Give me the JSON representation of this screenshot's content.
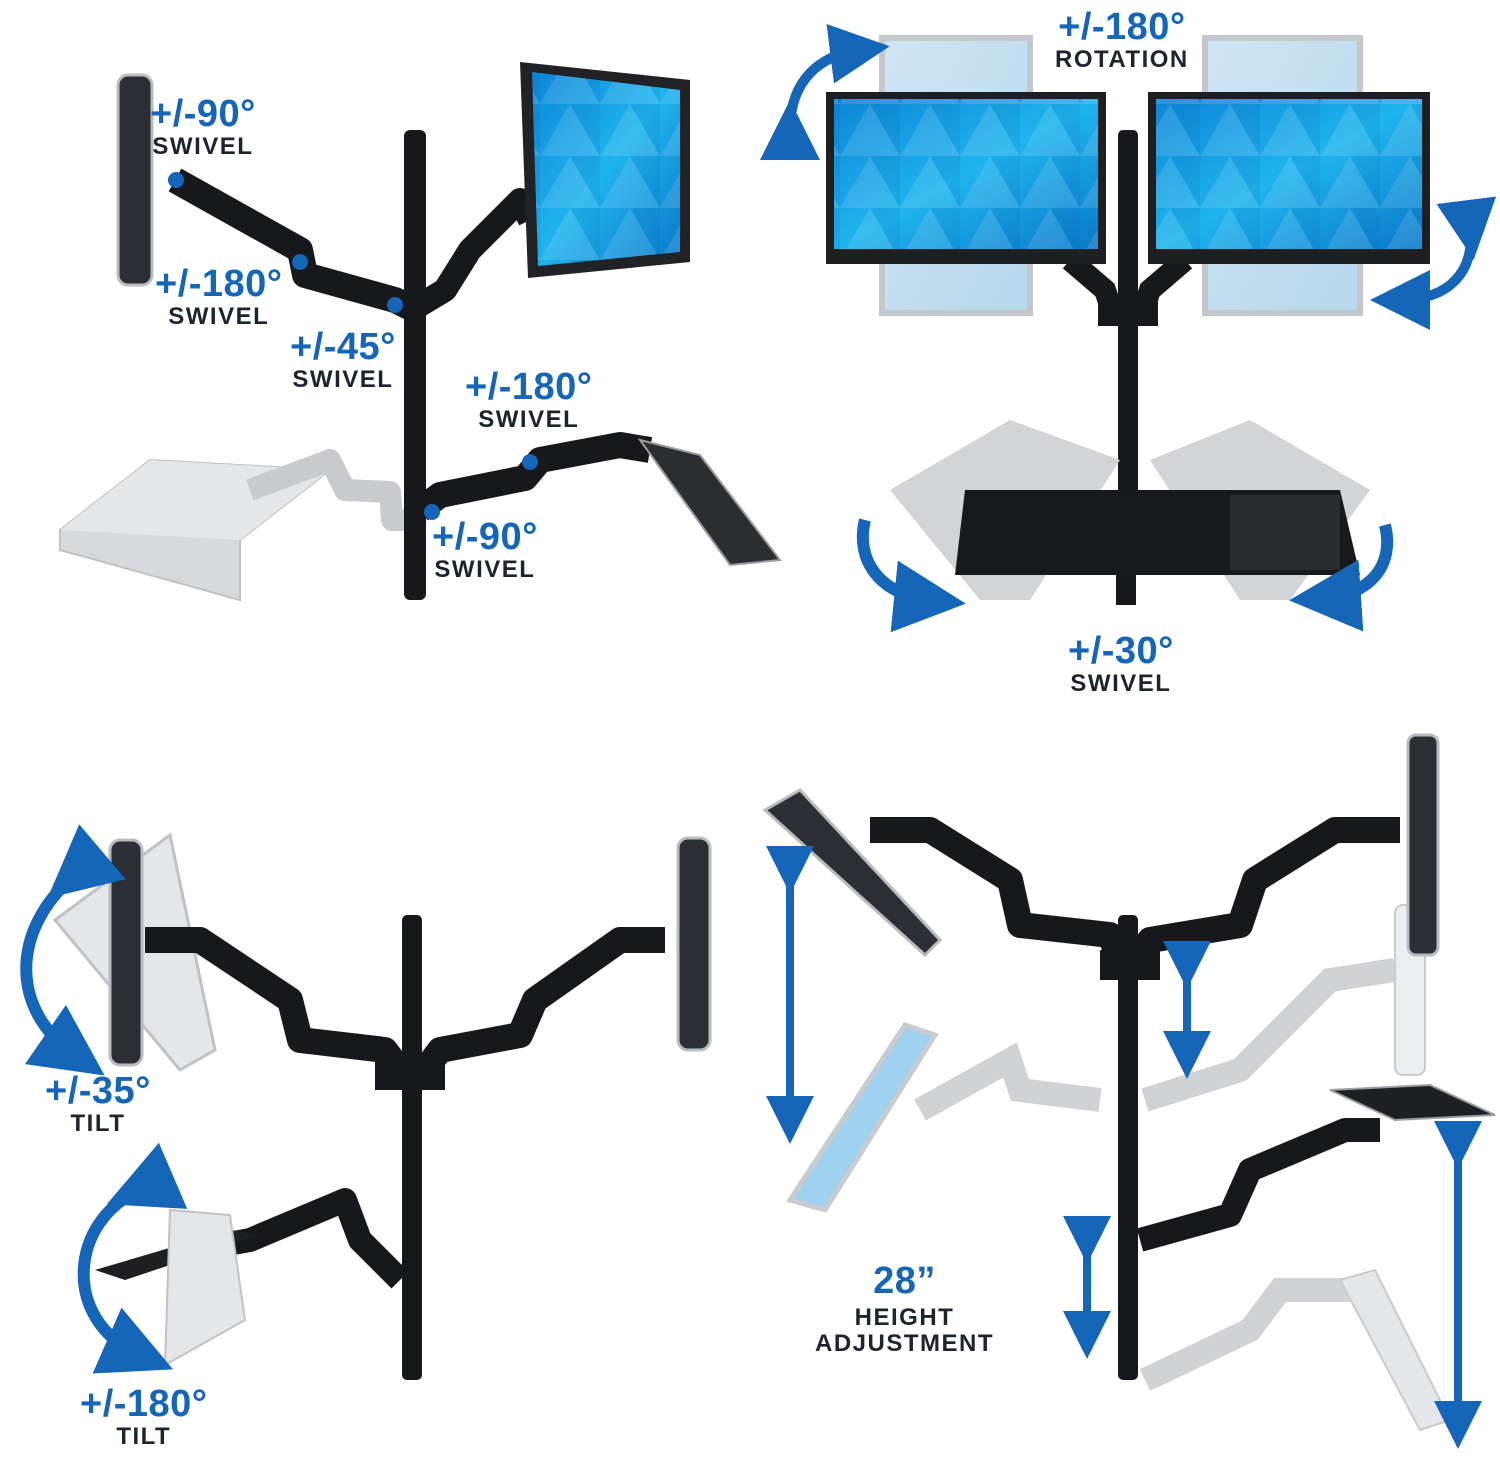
{
  "colors": {
    "accent_blue": "#1565b8",
    "label_dark": "#1c2430",
    "mount_black": "#16181b",
    "ghost_gray": "#c9cbce",
    "screen_blue": "#18a6e8"
  },
  "panels": {
    "top_left": {
      "labels": [
        {
          "value": "+/-90°",
          "caption": "SWIVEL"
        },
        {
          "value": "+/-180°",
          "caption": "SWIVEL"
        },
        {
          "value": "+/-45°",
          "caption": "SWIVEL"
        },
        {
          "value": "+/-180°",
          "caption": "SWIVEL"
        },
        {
          "value": "+/-90°",
          "caption": "SWIVEL"
        }
      ]
    },
    "top_right": {
      "rotation": {
        "value": "+/-180°",
        "caption": "ROTATION"
      },
      "swivel": {
        "value": "+/-30°",
        "caption": "SWIVEL"
      }
    },
    "bottom_left": {
      "tilt_monitor": {
        "value": "+/-35°",
        "caption": "TILT"
      },
      "tilt_keyboard": {
        "value": "+/-180°",
        "caption": "TILT"
      }
    },
    "bottom_right": {
      "height": {
        "value": "28”",
        "line1": "HEIGHT",
        "line2": "ADJUSTMENT"
      }
    }
  }
}
